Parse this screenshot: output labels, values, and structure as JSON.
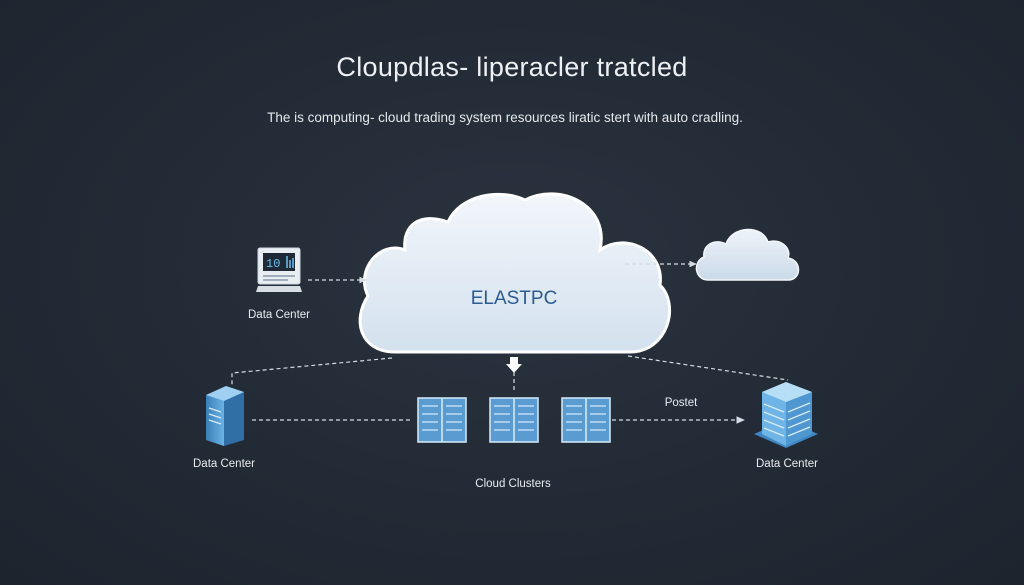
{
  "header": {
    "title": "Cloupdlas- liperacler tratcled",
    "subtitle": "The is computing- cloud trading system resources liratic stert with auto cradling."
  },
  "cloud": {
    "label": "ELASTPC"
  },
  "nodes": {
    "data_center_left_top": "Data Center",
    "data_center_left_bottom": "Data Center",
    "data_center_right": "Data Center",
    "clusters": "Cloud Clusters",
    "connection_right": "Postet",
    "monitor_reading": "10"
  },
  "colors": {
    "background": "#222b36",
    "cloud_fill": "#e6eef7",
    "icon_blue": "#5fa6dc",
    "text": "#e8ecf0",
    "connector": "#d5dbe2"
  }
}
